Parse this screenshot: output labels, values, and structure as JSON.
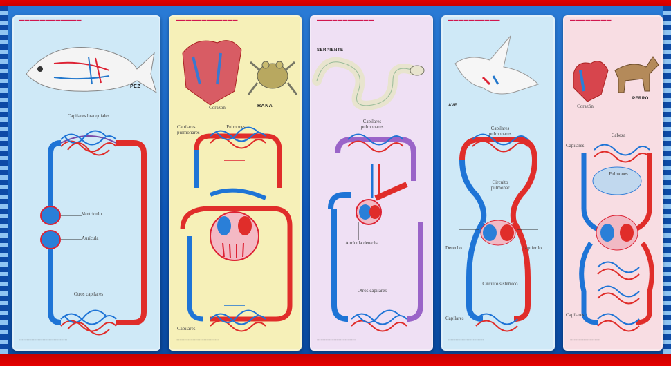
{
  "colors": {
    "background_red": "#e60000",
    "poster_blue": "#1560c4",
    "vein_blue": "#1e74d6",
    "artery_red": "#e02d2a",
    "mixed_purple": "#9a64c8"
  },
  "panels": [
    {
      "id": "fish",
      "animal_label": "PEZ",
      "icon": "fish-icon",
      "labels": {
        "top": "Capilares branquiales",
        "middle1": "Ventrículo",
        "middle2": "Aurícula",
        "bottom": "Otros capilares"
      }
    },
    {
      "id": "frog",
      "animal_label": "RANA",
      "icon": "frog-icon",
      "labels": {
        "top": "Capilares pulmonares",
        "top2": "Pulmones",
        "heart": "Corazón",
        "bottom": "Capilares"
      }
    },
    {
      "id": "snake",
      "animal_label": "SERPIENTE",
      "icon": "snake-icon",
      "labels": {
        "top": "Capilares pulmonares",
        "middle1": "Aurícula derecha",
        "bottom": "Otros capilares"
      }
    },
    {
      "id": "bird",
      "animal_label": "AVE",
      "icon": "bird-icon",
      "labels": {
        "top": "Capilares pulmonares",
        "middle": "Circuito pulmonar",
        "left_v": "Derecho",
        "right_v": "Izquierdo",
        "bottom": "Circuito sistémico",
        "bottom2": "Capilares"
      }
    },
    {
      "id": "dog",
      "animal_label": "PERRO",
      "icon": "dog-icon",
      "labels": {
        "top": "Cabeza",
        "top2": "Capilares",
        "middle": "Pulmones",
        "heart": "Corazón",
        "bottom": "Capilares"
      }
    }
  ]
}
